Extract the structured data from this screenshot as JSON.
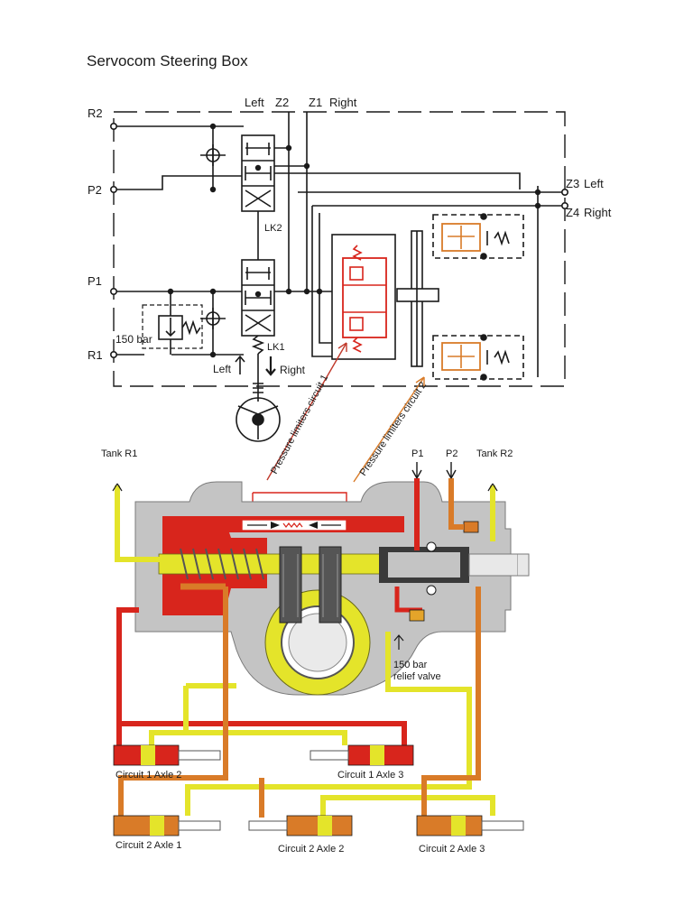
{
  "title": "Servocom Steering Box",
  "schematic": {
    "ports": {
      "r2": "R2",
      "p2": "P2",
      "p1": "P1",
      "r1": "R1"
    },
    "top_labels": {
      "left": "Left",
      "z2": "Z2",
      "z1": "Z1",
      "right": "Right"
    },
    "z3": "Z3",
    "z3_dir": "Left",
    "z4": "Z4",
    "z4_dir": "Right",
    "lk2": "LK2",
    "lk1": "LK1",
    "relief": "150 bar",
    "steer_left": "Left",
    "steer_right": "Right"
  },
  "callouts": {
    "pl1": "Pressure limiters circuit 1",
    "pl2": "Pressure limiters circuit 2",
    "relief_valve_1": "150 bar",
    "relief_valve_2": "relief valve"
  },
  "section_ports": {
    "tank_r1": "Tank R1",
    "p1": "P1",
    "p2": "P2",
    "tank_r2": "Tank R2"
  },
  "cylinders": {
    "c1a2": "Circuit 1 Axle 2",
    "c1a3": "Circuit 1 Axle 3",
    "c2a1": "Circuit 2 Axle 1",
    "c2a2": "Circuit 2 Axle 2",
    "c2a3": "Circuit 2 Axle 3"
  },
  "colors": {
    "line": "#1a1a1a",
    "circuit1": "#d8251c",
    "circuit2": "#d97b28",
    "return_yellow": "#e4e42a",
    "housing": "#c4c4c4",
    "arrow": "#c0392b"
  }
}
